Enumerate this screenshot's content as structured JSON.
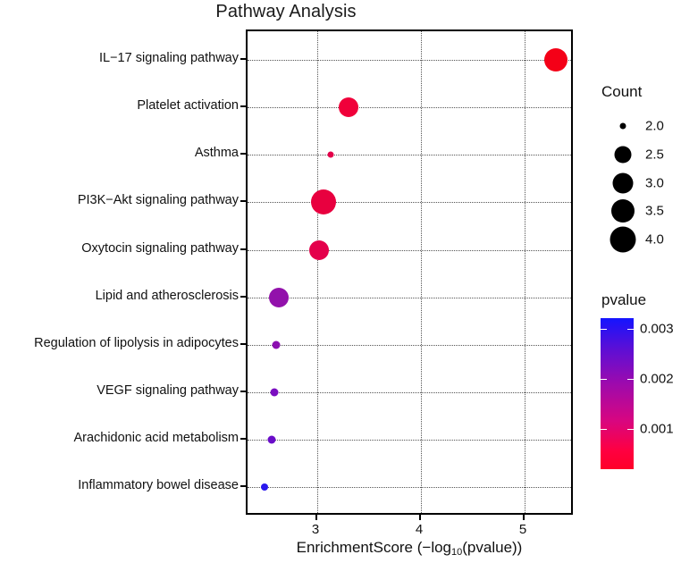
{
  "chart_data": {
    "type": "scatter",
    "title": "Pathway Analysis",
    "xlabel_prefix": "EnrichmentScore (−log",
    "xlabel_sub": "10",
    "xlabel_suffix": "(pvalue))",
    "ylabel": "",
    "xlim": [
      2.33,
      5.48
    ],
    "xticks": [
      3,
      4,
      5
    ],
    "xtick_labels": [
      "3",
      "4",
      "5"
    ],
    "grid": "dotted",
    "categories": [
      "IL−17 signaling pathway",
      "Platelet activation",
      "Asthma",
      "PI3K−Akt signaling pathway",
      "Oxytocin signaling pathway",
      "Lipid and atherosclerosis",
      "Regulation of lipolysis in adipocytes",
      "VEGF signaling pathway",
      "Arachidonic acid metabolism",
      "Inflammatory bowel disease"
    ],
    "points": [
      {
        "pathway": "IL−17 signaling pathway",
        "enrichment_score": 5.3,
        "count": 4.0,
        "pvalue": 0.0005,
        "color": "#f40017",
        "radius": 13.0
      },
      {
        "pathway": "Platelet activation",
        "enrichment_score": 3.3,
        "count": 3.2,
        "pvalue": 0.0006,
        "color": "#f0003a",
        "radius": 11.0
      },
      {
        "pathway": "Asthma",
        "enrichment_score": 3.13,
        "count": 2.0,
        "pvalue": 0.0008,
        "color": "#e4004a",
        "radius": 3.5
      },
      {
        "pathway": "PI3K−Akt signaling pathway",
        "enrichment_score": 3.06,
        "count": 4.0,
        "pvalue": 0.0009,
        "color": "#e8003f",
        "radius": 14.0
      },
      {
        "pathway": "Oxytocin signaling pathway",
        "enrichment_score": 3.02,
        "count": 3.2,
        "pvalue": 0.001,
        "color": "#e4004b",
        "radius": 11.0
      },
      {
        "pathway": "Lipid and atherosclerosis",
        "enrichment_score": 2.63,
        "count": 3.2,
        "pvalue": 0.0024,
        "color": "#9211ab",
        "radius": 11.0
      },
      {
        "pathway": "Regulation of lipolysis in adipocytes",
        "enrichment_score": 2.6,
        "count": 2.0,
        "pvalue": 0.0025,
        "color": "#8b0fb0",
        "radius": 4.5
      },
      {
        "pathway": "VEGF signaling pathway",
        "enrichment_score": 2.59,
        "count": 2.0,
        "pvalue": 0.0026,
        "color": "#7a0ec0",
        "radius": 4.5
      },
      {
        "pathway": "Arachidonic acid metabolism",
        "enrichment_score": 2.56,
        "count": 2.0,
        "pvalue": 0.0028,
        "color": "#6a0dc9",
        "radius": 4.5
      },
      {
        "pathway": "Inflammatory bowel disease",
        "enrichment_score": 2.49,
        "count": 2.0,
        "pvalue": 0.0032,
        "color": "#2a18ee",
        "radius": 4.0
      }
    ],
    "size_legend": {
      "title": "Count",
      "entries": [
        {
          "label": "2.0",
          "value": 2.0,
          "radius": 3.5
        },
        {
          "label": "2.5",
          "value": 2.5,
          "radius": 9.5
        },
        {
          "label": "3.0",
          "value": 3.0,
          "radius": 11.5
        },
        {
          "label": "3.5",
          "value": 3.5,
          "radius": 13.0
        },
        {
          "label": "4.0",
          "value": 4.0,
          "radius": 14.5
        }
      ]
    },
    "color_legend": {
      "title": "pvalue",
      "ticks": [
        "0.003",
        "0.002",
        "0.001"
      ],
      "tick_values": [
        0.003,
        0.002,
        0.001
      ],
      "low_color": "#ff0028",
      "high_color": "#1414ff"
    }
  }
}
